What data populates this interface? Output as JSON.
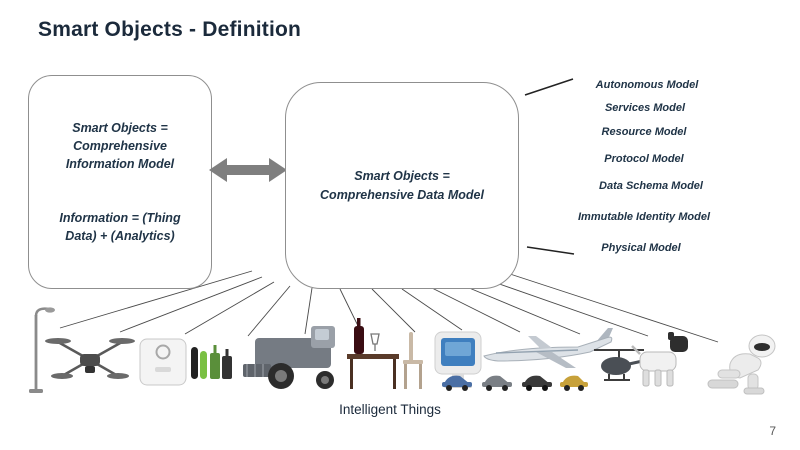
{
  "slide": {
    "title": "Smart Objects - Definition",
    "caption": "Intelligent Things",
    "page_number": "7"
  },
  "left_box": {
    "text1": "Smart Objects = Comprehensive Information Model",
    "text2": "Information = (Thing Data) + (Analytics)"
  },
  "center_box": {
    "text": "Smart Objects = Comprehensive Data Model"
  },
  "models": [
    "Autonomous Model",
    "Services Model",
    "Resource Model",
    "Protocol Model",
    "Data Schema Model",
    "Immutable Identity Model",
    "Physical Model"
  ],
  "icons": [
    "street-lamp-icon",
    "quadcopter-drone-icon",
    "smart-scale-and-wearables-icon",
    "combine-harvester-icon",
    "wine-table-chair-icon",
    "touch-kiosk-icon",
    "airplane-icon",
    "toy-cars-icon",
    "helicopter-icon",
    "robot-dog-icon",
    "humanoid-robot-icon"
  ],
  "colors": {
    "title_text": "#1b2a3b",
    "body_text": "#203447",
    "box_border": "#8f8f8f",
    "arrow": "#7f7f7f",
    "connector_line": "#404040"
  }
}
